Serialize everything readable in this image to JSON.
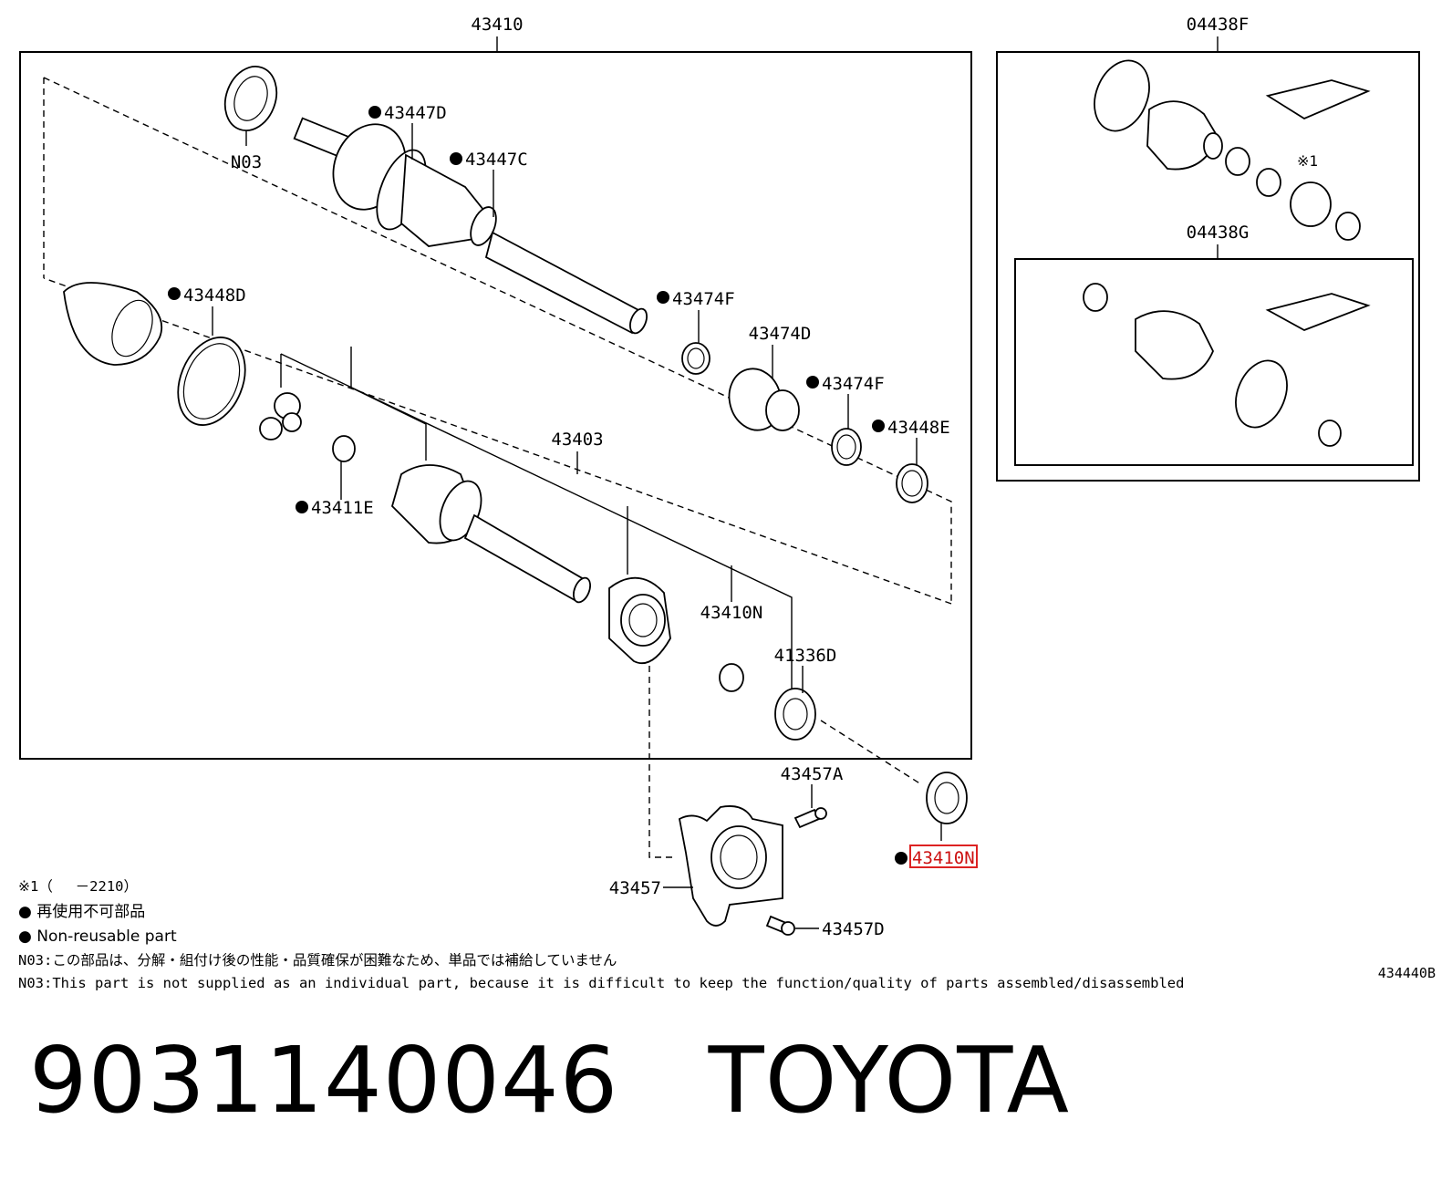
{
  "diagram": {
    "group_labels": {
      "main": "43410",
      "kit_outer": "04438F",
      "kit_inner": "04438G",
      "inner_shaft": "43403"
    },
    "part_labels": {
      "n03": "N03",
      "p43447d": "43447D",
      "p43447c": "43447C",
      "p43448d": "43448D",
      "p43474f_top": "43474F",
      "p43474d": "43474D",
      "p43474f_bot": "43474F",
      "p43448e": "43448E",
      "p43411e": "43411E",
      "p43410n_upper": "43410N",
      "p41336d": "41336D",
      "p43457a": "43457A",
      "p43457": "43457",
      "p43457d": "43457D",
      "p43410n_highlight": "43410N",
      "kit_note": "※1"
    }
  },
  "notes": {
    "line1": "※1（　 －2210）",
    "line2": "● 再使用不可部品",
    "line3": "● Non-reusable part",
    "line4": "N03:この部品は、分解・組付け後の性能・品質確保が困難なため、単品では補給していません",
    "line5": "N03:This part is not supplied as an individual part, because it is difficult to keep the function/quality of parts assembled/disassembled"
  },
  "diagram_code": "434440B",
  "caption": {
    "part_number": "9031140046",
    "brand": "TOYOTA"
  },
  "colors": {
    "highlight": "#cc1111"
  }
}
